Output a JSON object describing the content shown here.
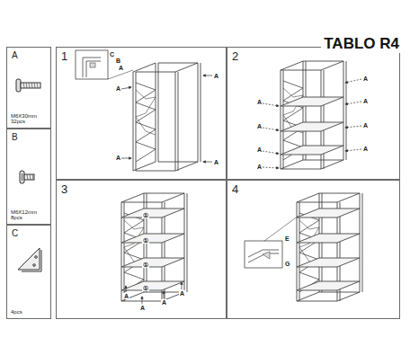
{
  "diagram": {
    "title": "TABLO R4",
    "nodes": [
      {
        "text": [
          "A",
          "M6X30mm",
          "32pcs"
        ]
      },
      {
        "text": [
          "B",
          "M6X12mm",
          "8pcs"
        ]
      },
      {
        "text": [
          "C",
          "4pcs"
        ]
      },
      {
        "text": [
          "1"
        ]
      },
      {
        "text": [
          "2"
        ]
      },
      {
        "text": [
          "3"
        ]
      },
      {
        "text": [
          "4"
        ]
      }
    ],
    "labels": [
      "C",
      "B",
      "A",
      "A",
      "A",
      "A",
      "A",
      "A",
      "A",
      "A",
      "A",
      "A",
      "A",
      "A",
      "A",
      "①",
      "①",
      "①",
      "①",
      "A",
      "A",
      "A",
      "A",
      "E",
      "G"
    ]
  }
}
